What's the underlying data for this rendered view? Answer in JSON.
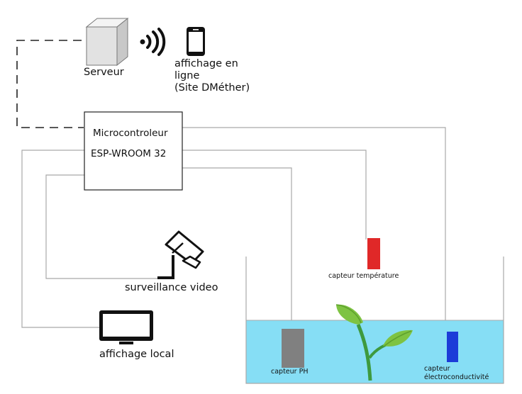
{
  "server": {
    "label": "Serveur",
    "icon": "server-icon"
  },
  "wireless": {
    "icon": "wifi-signal-icon"
  },
  "online_display": {
    "icon": "smartphone-icon",
    "label_lines": [
      "affichage en",
      "ligne",
      "(Site DMéther)"
    ]
  },
  "microcontroller": {
    "title": "Microcontroleur",
    "model": "ESP-WROOM 32"
  },
  "video": {
    "label": "surveillance video",
    "icon": "security-camera-icon"
  },
  "local_display": {
    "label": "affichage local",
    "icon": "monitor-icon"
  },
  "sensors": {
    "temperature": {
      "label": "capteur température",
      "color": "#e02828"
    },
    "ph": {
      "label": "capteur PH",
      "color": "#808080"
    },
    "ec": {
      "label_lines": [
        "capteur",
        "électroconductivité"
      ],
      "color": "#1c3cd8"
    }
  },
  "tank": {
    "water_color": "#86def5"
  },
  "plant": {
    "icon": "plant-icon",
    "leaf_color": "#7ec342",
    "stem_color": "#3e9a3e"
  }
}
